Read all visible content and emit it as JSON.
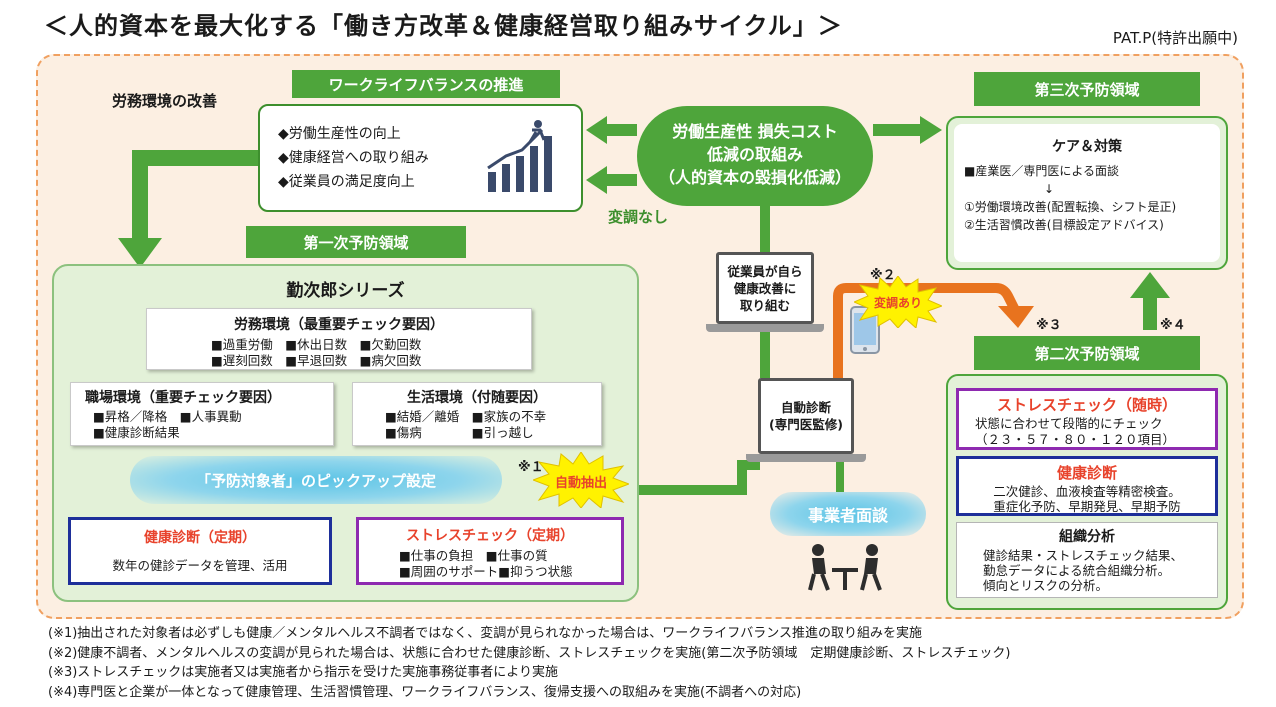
{
  "header": {
    "title": "＜人的資本を最大化する「働き方改革＆健康経営取り組みサイクル」＞",
    "patent": "PAT.P(特許出願中)"
  },
  "labor_improve": "労務環境の改善",
  "wlb": {
    "label": "ワークライフバランスの推進",
    "items": [
      "◆労働生産性の向上",
      "◆健康経営への取り組み",
      "◆従業員の満足度向上"
    ]
  },
  "center": {
    "lines": [
      "労働生産性 損失コスト",
      "低減の取組み",
      "（人的資本の毀損化低減）"
    ],
    "no_change": "変調なし"
  },
  "primary": {
    "label": "第一次予防領域",
    "series_title": "勤次郎シリーズ",
    "labor_env": {
      "title": "労務環境（最重要チェック要因）",
      "rows": [
        "■過重労働　■休出日数　■欠勤回数",
        "■遅刻回数　■早退回数　■病欠回数"
      ]
    },
    "workplace_env": {
      "title": "職場環境（重要チェック要因）",
      "rows": [
        "■昇格／降格　■人事異動",
        "■健康診断結果"
      ]
    },
    "life_env": {
      "title": "生活環境（付随要因）",
      "rows": [
        "■結婚／離婚　■家族の不幸",
        "■傷病　　　　■引っ越し"
      ]
    },
    "pickup": "「予防対象者」のピックアップ設定",
    "auto_extract": "自動抽出",
    "note1": "※１",
    "health_check": {
      "title": "健康診断（定期）",
      "text": "数年の健診データを管理、活用"
    },
    "stress_check": {
      "title": "ストレスチェック（定期）",
      "rows": [
        "■仕事の負担　■仕事の質",
        "■周囲のサポート■抑うつ状態"
      ]
    }
  },
  "middle": {
    "employee_laptop": [
      "従業員が自ら",
      "健康改善に",
      "取り組む"
    ],
    "auto_diagnosis": [
      "自動診断",
      "(専門医監修)"
    ],
    "note2": "※２",
    "change": "変調あり",
    "interview": "事業者面談"
  },
  "tertiary": {
    "label": "第三次予防領域",
    "care_title": "ケア＆対策",
    "rows": [
      "■産業医／専門医による面談",
      "↓",
      "①労働環境改善(配置転換、シフト是正)",
      "②生活習慣改善(目標設定アドバイス)"
    ]
  },
  "secondary": {
    "label": "第二次予防領域",
    "note3": "※３",
    "note4": "※４",
    "stress": {
      "title": "ストレスチェック（随時）",
      "rows": [
        "状態に合わせて段階的にチェック",
        "（２３・５７・８０・１２０項目）"
      ]
    },
    "health": {
      "title": "健康診断",
      "rows": [
        "二次健診、血液検査等精密検査。",
        "重症化予防、早期発見、早期予防"
      ]
    },
    "org": {
      "title": "組織分析",
      "rows": [
        "健診結果・ストレスチェック結果、",
        "勤怠データによる統合組織分析。",
        "傾向とリスクの分析。"
      ]
    }
  },
  "notes": [
    "(※1)抽出された対象者は必ずしも健康／メンタルヘルス不調者ではなく、変調が見られなかった場合は、ワークライフバランス推進の取り組みを実施",
    "(※2)健康不調者、メンタルヘルスの変調が見られた場合は、状態に合わせた健康診断、ストレスチェックを実施(第二次予防領域　定期健康診断、ストレスチェック)",
    "(※3)ストレスチェックは実施者又は実施者から指示を受けた実施事務従事者により実施",
    "(※4)専門医と企業が一体となって健康管理、生活習慣管理、ワークライフバランス、復帰支援への取組みを実施(不調者への対応)"
  ],
  "colors": {
    "green": "#4ea53b",
    "orange": "#e8731e",
    "burst": "#fff200",
    "red": "#e8432c",
    "navy": "#1e2f9a",
    "purple": "#8e2ab0"
  }
}
